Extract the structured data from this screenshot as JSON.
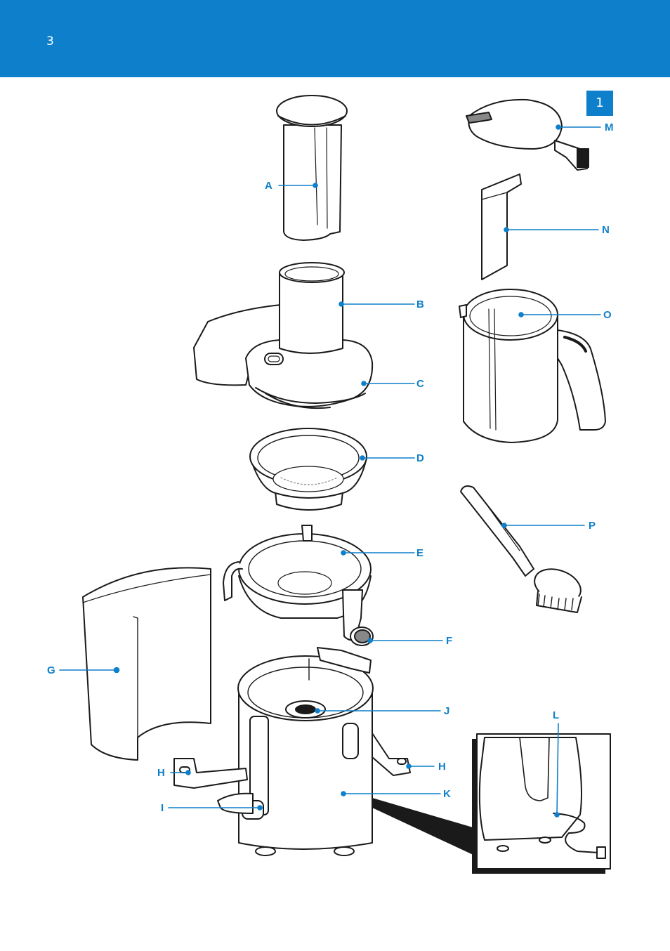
{
  "header": {
    "page_number": "3",
    "color": "#0e7fca"
  },
  "figure": {
    "number": "1"
  },
  "labels": {
    "A": "A",
    "B": "B",
    "C": "C",
    "D": "D",
    "E": "E",
    "F": "F",
    "G": "G",
    "H_left": "H",
    "H_right": "H",
    "I": "I",
    "J": "J",
    "K": "K",
    "L": "L",
    "M": "M",
    "N": "N",
    "O": "O",
    "P": "P"
  },
  "colors": {
    "accent": "#0e7fca",
    "outline": "#1a1a1a",
    "fill": "#ffffff"
  }
}
